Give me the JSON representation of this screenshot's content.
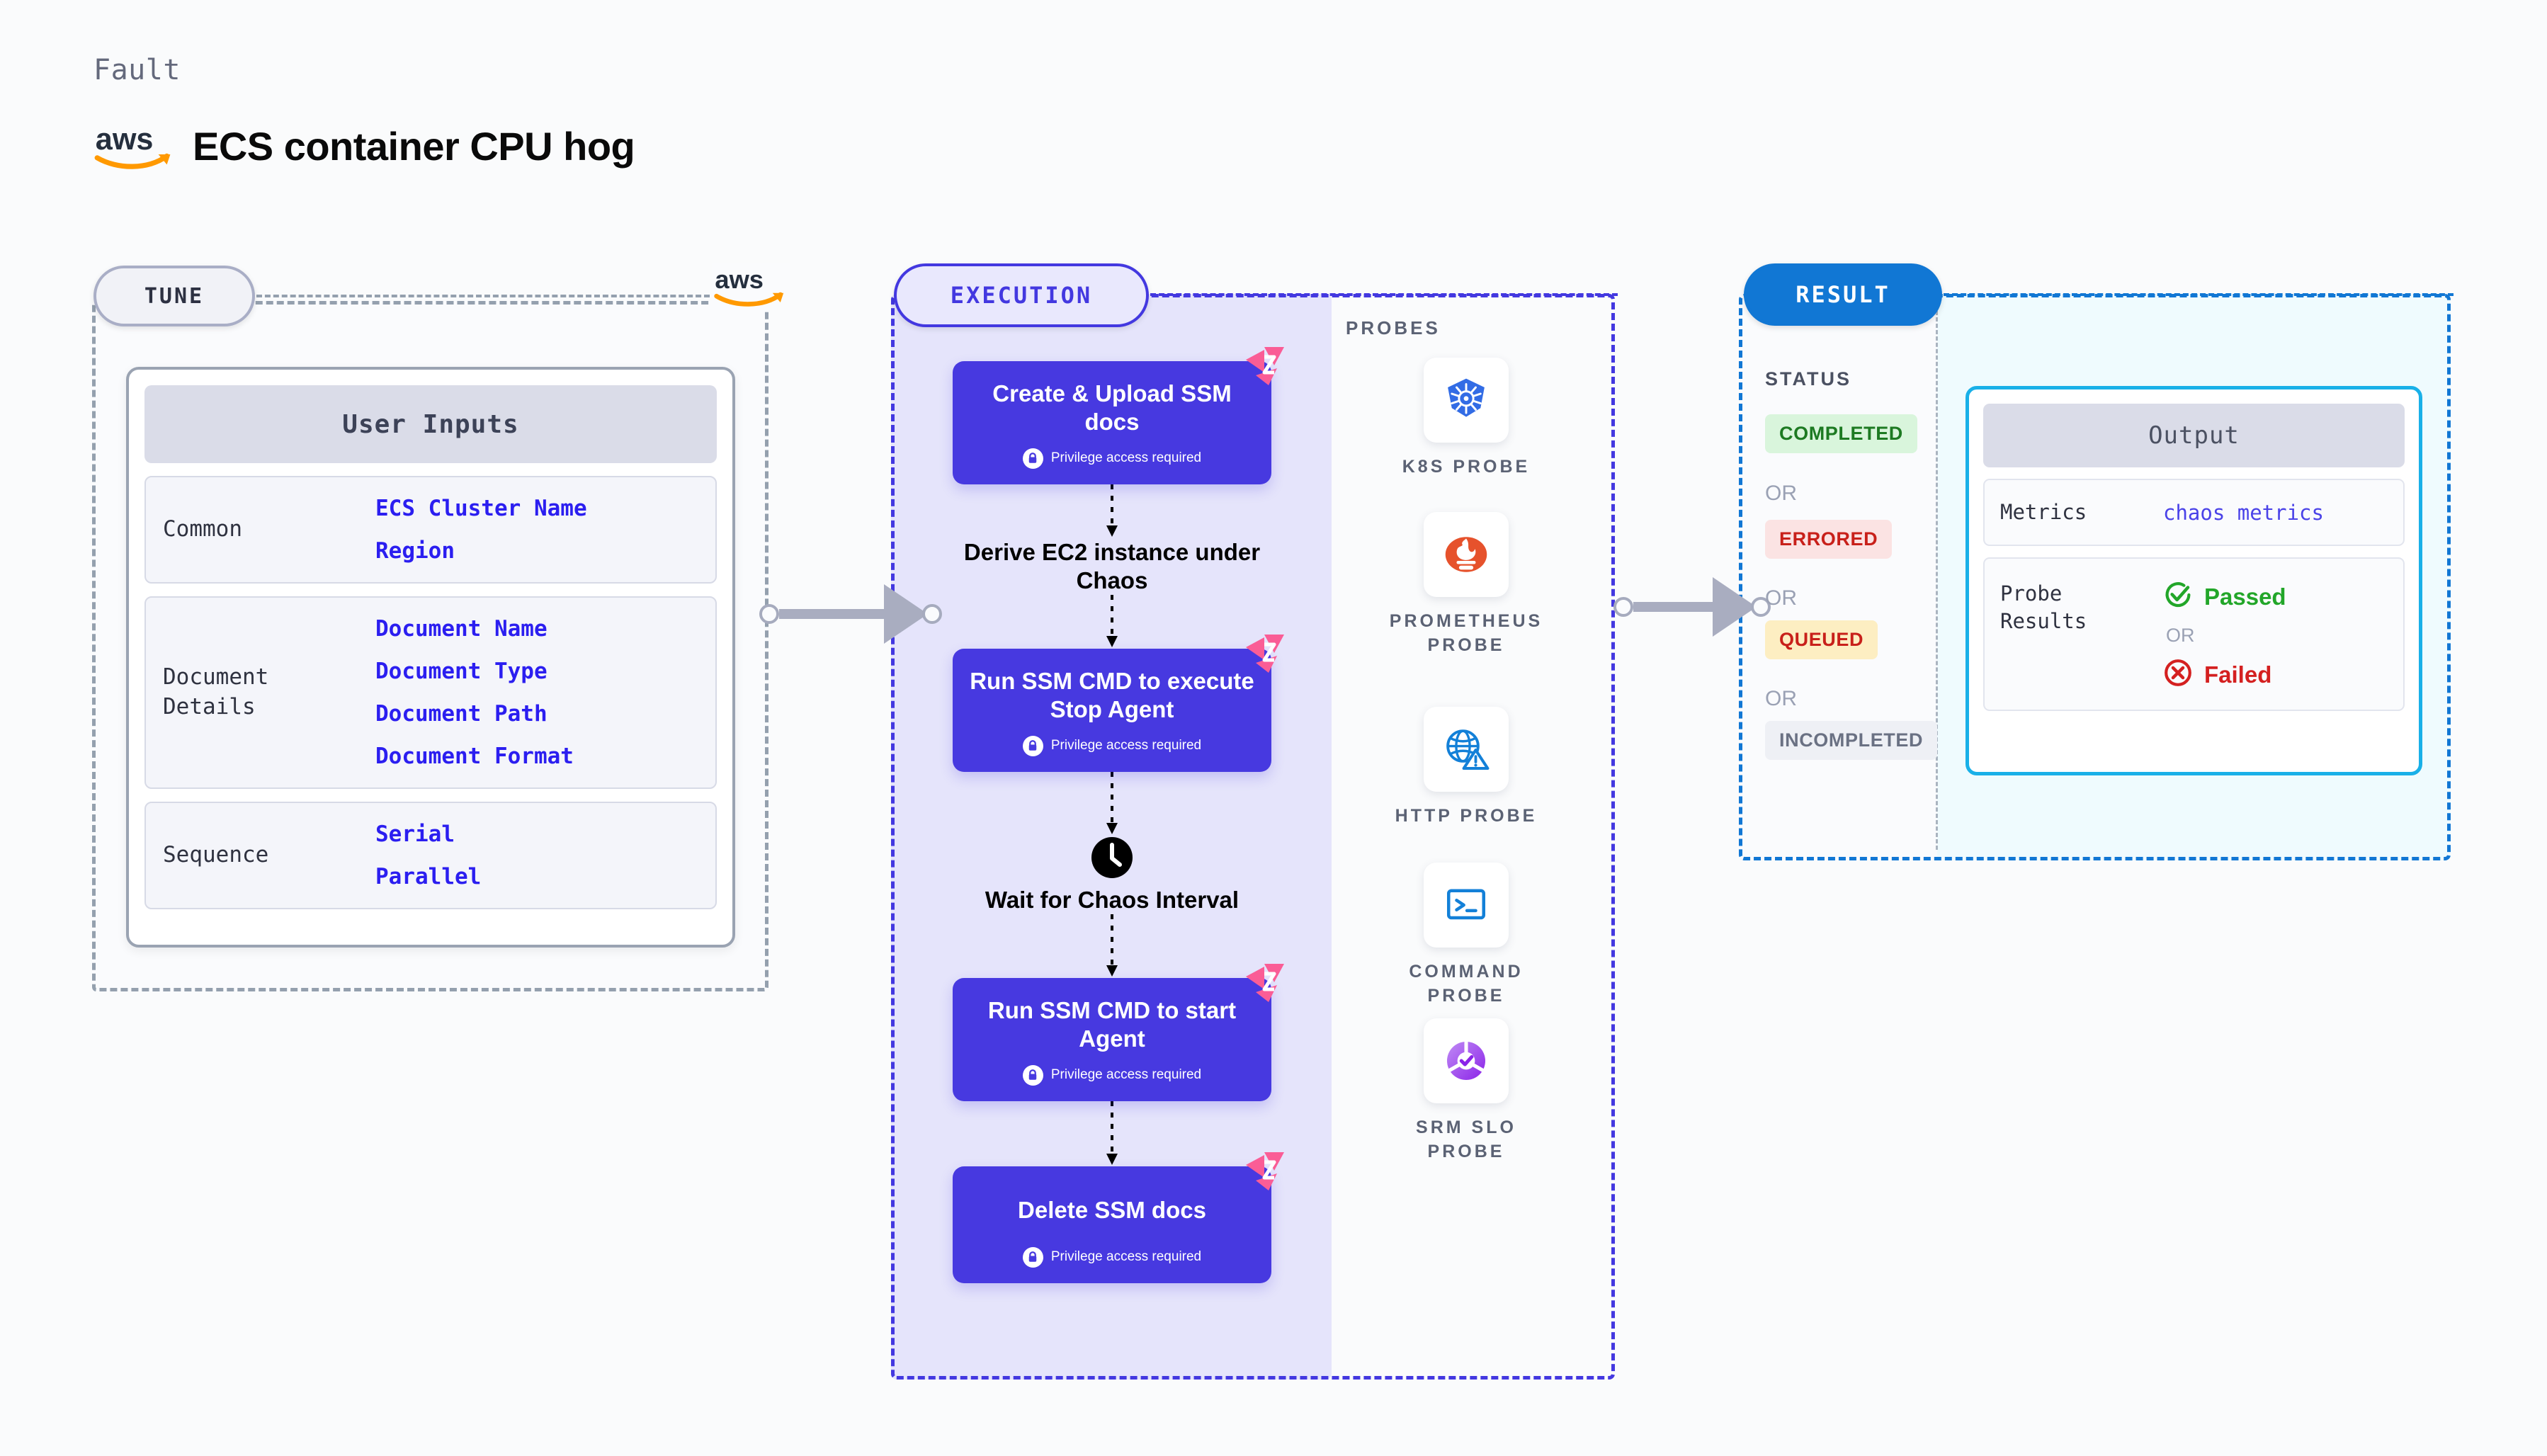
{
  "header": {
    "eyebrow": "Fault",
    "brand_icon": "aws-logo",
    "title": "ECS container CPU hog"
  },
  "tune": {
    "pill_label": "TUNE",
    "brand_icon": "aws-logo",
    "card_title": "User Inputs",
    "sections": [
      {
        "label": "Common",
        "values": [
          "ECS Cluster Name",
          "Region"
        ]
      },
      {
        "label": "Document\nDetails",
        "values": [
          "Document Name",
          "Document Type",
          "Document Path",
          "Document Format"
        ]
      },
      {
        "label": "Sequence",
        "values": [
          "Serial",
          "Parallel"
        ]
      }
    ]
  },
  "execution": {
    "pill_label": "EXECUTION",
    "steps": [
      {
        "kind": "box",
        "title": "Create & Upload SSM docs",
        "note": "Privilege access required",
        "badge_icon": "litmus-icon",
        "lock_icon": "lock-icon"
      },
      {
        "kind": "plain",
        "title": "Derive EC2 instance under Chaos",
        "note": "",
        "icon": ""
      },
      {
        "kind": "box",
        "title": "Run SSM CMD to execute Stop Agent",
        "note": "Privilege access required",
        "badge_icon": "litmus-icon",
        "lock_icon": "lock-icon"
      },
      {
        "kind": "plain",
        "title": "Wait for Chaos Interval",
        "note": "",
        "icon": "clock-icon"
      },
      {
        "kind": "box",
        "title": "Run SSM CMD to start Agent",
        "note": "Privilege access required",
        "badge_icon": "litmus-icon",
        "lock_icon": "lock-icon"
      },
      {
        "kind": "box",
        "title": "Delete SSM docs",
        "note": "Privilege access required",
        "badge_icon": "litmus-icon",
        "lock_icon": "lock-icon"
      }
    ]
  },
  "probes": {
    "label": "PROBES",
    "items": [
      {
        "name": "K8S PROBE",
        "icon": "kubernetes-icon"
      },
      {
        "name": "PROMETHEUS PROBE",
        "icon": "prometheus-icon"
      },
      {
        "name": "HTTP PROBE",
        "icon": "http-globe-warning-icon"
      },
      {
        "name": "COMMAND PROBE",
        "icon": "terminal-icon"
      },
      {
        "name": "SRM SLO PROBE",
        "icon": "srm-slo-icon"
      }
    ]
  },
  "result": {
    "pill_label": "RESULT",
    "status_label": "STATUS",
    "or_label": "OR",
    "statuses": [
      {
        "text": "COMPLETED",
        "bg": "#d9f5dc",
        "fg": "#1d7a22"
      },
      {
        "text": "ERRORED",
        "bg": "#fbe3e3",
        "fg": "#c8201a"
      },
      {
        "text": "QUEUED",
        "bg": "#fdeec2",
        "fg": "#c8201a"
      },
      {
        "text": "INCOMPLETED",
        "bg": "#eef0f5",
        "fg": "#6a7183"
      }
    ],
    "output": {
      "title": "Output",
      "metrics_label": "Metrics",
      "metrics_value": "chaos metrics",
      "probe_results_label": "Probe\nResults",
      "passed_label": "Passed",
      "passed_icon": "check-circle-icon",
      "or_label": "OR",
      "failed_label": "Failed",
      "failed_icon": "x-circle-icon"
    }
  },
  "colors": {
    "execution_purple": "#4739e0",
    "result_blue": "#1177d4",
    "output_cyan": "#19b0e8",
    "litmus_pink": "#fa5d96",
    "link_blue": "#2b1ef0",
    "passed_green": "#22a629",
    "failed_red": "#d42020"
  }
}
